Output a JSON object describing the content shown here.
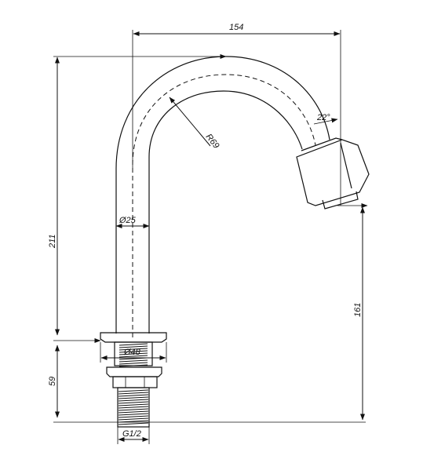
{
  "dimensions": {
    "width_top": "154",
    "height_total": "211",
    "radius": "R69",
    "angle": "22°",
    "pipe_diameter": "Ø25",
    "flange_diameter": "Ø48",
    "height_spout": "161",
    "height_base": "59",
    "thread": "G1/2"
  }
}
